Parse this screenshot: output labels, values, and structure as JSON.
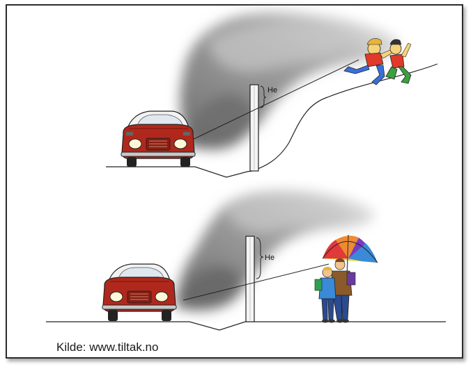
{
  "scenes": [
    {
      "height_label": "He"
    },
    {
      "height_label": "He"
    }
  ],
  "source": "Kilde: www.tiltak.no"
}
